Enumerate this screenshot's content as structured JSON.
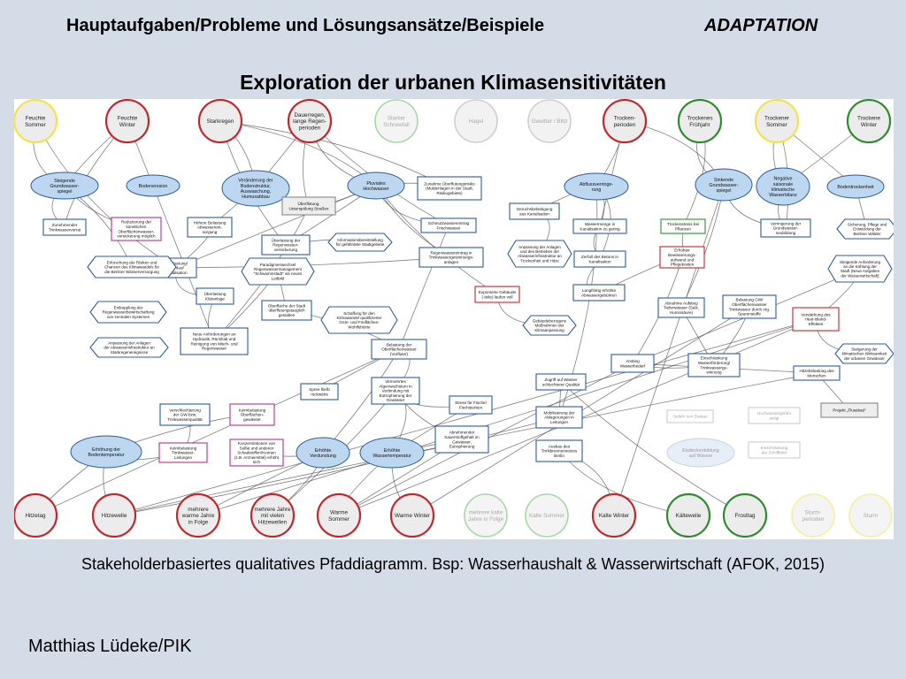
{
  "header": {
    "title_left": "Hauptaufgaben/Probleme und Lösungsansätze/Beispiele",
    "title_right": "ADAPTATION",
    "subtitle": "Exploration der urbanen Klimasensitivitäten"
  },
  "caption": "Stakeholderbasiertes qualitatives Pfaddiagramm. Bsp: Wasserhaushalt & Wasserwirtschaft (AFOK, 2015)",
  "author": "Matthias Lüdeke/PIK",
  "colors": {
    "red": "#c0282d",
    "yellow": "#f2e24b",
    "green": "#2e8b2e",
    "faded": "#cfcfcf",
    "blue_fill": "#bcd7ef",
    "blue_stroke": "#2c5d99",
    "magenta": "#b0328c",
    "edge": "#555555"
  },
  "nodes": {
    "top_circles": [
      {
        "label": [
          "Feuchte",
          "Sommer"
        ],
        "color": "yellow"
      },
      {
        "label": [
          "Feuchte",
          "Winter"
        ],
        "color": "red"
      },
      {
        "label": [
          "Starkregen"
        ],
        "color": "red"
      },
      {
        "label": [
          "Dauerregen,",
          "lange Regen-",
          "perioden"
        ],
        "color": "red"
      },
      {
        "label": [
          "Starker",
          "Schneefall"
        ],
        "color": "faded_green"
      },
      {
        "label": [
          "Hagel"
        ],
        "color": "faded"
      },
      {
        "label": [
          "Gewitter / Blitz"
        ],
        "color": "faded"
      },
      {
        "label": [
          "Trocken-",
          "perioden"
        ],
        "color": "red"
      },
      {
        "label": [
          "Trockenes",
          "Frühjahr"
        ],
        "color": "green"
      },
      {
        "label": [
          "Trockener",
          "Sommer"
        ],
        "color": "yellow"
      },
      {
        "label": [
          "Trockene",
          "Winter"
        ],
        "color": "green"
      }
    ],
    "bottom_circles": [
      {
        "label": [
          "Hitzetag"
        ],
        "color": "red"
      },
      {
        "label": [
          "Hitzewelle"
        ],
        "color": "red"
      },
      {
        "label": [
          "mehrere",
          "warme Jahre",
          "in Folge"
        ],
        "color": "red"
      },
      {
        "label": [
          "mehrere Jahre",
          "mit vielen",
          "Hitzewellen"
        ],
        "color": "red"
      },
      {
        "label": [
          "Warme",
          "Sommer"
        ],
        "color": "red"
      },
      {
        "label": [
          "Warme Winter"
        ],
        "color": "red"
      },
      {
        "label": [
          "mehrere kalte",
          "Jahre in Folge"
        ],
        "color": "faded_green"
      },
      {
        "label": [
          "Kalte Sommer"
        ],
        "color": "faded_green"
      },
      {
        "label": [
          "Kalte Winter"
        ],
        "color": "red"
      },
      {
        "label": [
          "Kältewelle"
        ],
        "color": "green"
      },
      {
        "label": [
          "Frosttag"
        ],
        "color": "green"
      },
      {
        "label": [
          "Sturm-",
          "perioden"
        ],
        "color": "faded_yellow"
      },
      {
        "label": [
          "Sturm"
        ],
        "color": "faded_yellow"
      }
    ],
    "ellipses": [
      {
        "label": [
          "Steigende",
          "Grundwasser-",
          "spiegel"
        ]
      },
      {
        "label": [
          "Bodenerosion"
        ]
      },
      {
        "label": [
          "Veränderung der",
          "Bodenstruktur,",
          "Auswaschung,",
          "Humusabbau"
        ]
      },
      {
        "label": [
          "Pluviales",
          "Hochwasser"
        ]
      },
      {
        "label": [
          "Abflussverringe-",
          "rung"
        ]
      },
      {
        "label": [
          "Sinkende",
          "Grundwasser-",
          "spiegel"
        ]
      },
      {
        "label": [
          "Negative",
          "saisonale",
          "klimatische",
          "Wasserbilanz"
        ]
      },
      {
        "label": [
          "Bodentrockenheit"
        ]
      },
      {
        "label": [
          "Erhöhung der",
          "Bodentemperatur"
        ]
      },
      {
        "label": [
          "Erhöhte",
          "Verdunstung"
        ]
      },
      {
        "label": [
          "Erhöhte",
          "Wassertemperatur"
        ]
      }
    ],
    "faded_ellipses": [
      {
        "label": [
          "Eisdeckenbildung",
          "auf Wasser"
        ]
      }
    ],
    "boxes": [
      {
        "label": [
          "Zunehmender",
          "Trinkwasservorrat"
        ],
        "border": "blue"
      },
      {
        "label": [
          "Reduzierung der",
          "künstlichen",
          "Oberflächenwasser-",
          "versickerung möglich"
        ],
        "border": "magenta"
      },
      {
        "label": [
          "Höhere Belastung",
          "Abwasserent-",
          "sorgung"
        ],
        "border": "blue"
      },
      {
        "label": [
          "Überflutung,",
          "Unterspülung Straßen"
        ],
        "border": "grey"
      },
      {
        "label": [
          "Zunahme Überflutungsrisiko",
          "(Muldenlagen in der Stadt,",
          "Risikogebiete)"
        ],
        "border": "blue"
      },
      {
        "label": [
          "Geruchsbelästigung",
          "aus Kanalisation"
        ],
        "border": "blue"
      },
      {
        "label": [
          "Überlastung der",
          "Regenwasser-",
          "versickerung"
        ],
        "border": "blue"
      },
      {
        "label": [
          "Schmutzwassereintrag",
          "Frischwasser"
        ],
        "border": "blue"
      },
      {
        "label": [
          "Regenwassereintrag in",
          "Trinkwassergewinnungs-",
          "anlagen"
        ],
        "border": "blue"
      },
      {
        "label": [
          "Wassermenge in",
          "Kanalisation zu gering"
        ],
        "border": "blue"
      },
      {
        "label": [
          "Zerfall des Betons in",
          "Kanalisation"
        ],
        "border": "blue"
      },
      {
        "label": [
          "Langfristig erhöhte",
          "Abwassergebühren"
        ],
        "border": "blue"
      },
      {
        "label": [
          "Trockenstress bei",
          "Pflanzen"
        ],
        "border": "green"
      },
      {
        "label": [
          "Erhöhter",
          "Bewässerungs-",
          "aufwand und",
          "Pflegekosten"
        ],
        "border": "red"
      },
      {
        "label": [
          "Verringerung der",
          "Grundwasser-",
          "neubildung"
        ],
        "border": "blue"
      },
      {
        "label": [
          "Überlastung/",
          "Überlauf",
          "Kanalisation"
        ],
        "border": "blue"
      },
      {
        "label": [
          "Überlastung",
          "Kläranlage"
        ],
        "border": "blue"
      },
      {
        "label": [
          "Oberfläche der Stadt",
          "überflutungstauglich",
          "gestalten"
        ],
        "border": "blue"
      },
      {
        "label": [
          "Neue Anforderungen an",
          "Hydraulik, Rückhalt und",
          "Reinigung von Misch- und",
          "Regenwasser"
        ],
        "border": "blue"
      },
      {
        "label": [
          "Exponierte Gebäude",
          "(-teile) laufen voll"
        ],
        "border": "red"
      },
      {
        "label": [
          "Abnahme Aufstieg",
          "Tiefenwässer (Salz,",
          "Huminsäure)"
        ],
        "border": "blue"
      },
      {
        "label": [
          "Belastung GW/",
          "Oberflächenwasser",
          "Trinkwasser durch org.",
          "Spurenstoffe"
        ],
        "border": "blue"
      },
      {
        "label": [
          "Verstärkung des",
          "Heat-Island-",
          "Effektes"
        ],
        "border": "red"
      },
      {
        "label": [
          "Belastung der",
          "Oberflächenwässer",
          "(Vorfluter)"
        ],
        "border": "blue"
      },
      {
        "label": [
          "Einschränkung",
          "Wasserförderung/",
          "Trinkwasserge-",
          "winnung"
        ],
        "border": "blue"
      },
      {
        "label": [
          "Anstieg",
          "Wasserbedarf"
        ],
        "border": "blue"
      },
      {
        "label": [
          "Hitzebelastung des",
          "Menschen"
        ],
        "border": "blue"
      },
      {
        "label": [
          "Spree fließt",
          "rückwärts"
        ],
        "border": "blue"
      },
      {
        "label": [
          "Vermehrtes",
          "Algenwachstum in",
          "Verbindung mit",
          "Eutrophierung der",
          "Gewässer"
        ],
        "border": "blue"
      },
      {
        "label": [
          "Zugriff auf Wasser",
          "schlechterer Qualität"
        ],
        "border": "blue"
      },
      {
        "label": [
          "Verschlechterung",
          "der GW-bzw.",
          "Trinkwasserqualität"
        ],
        "border": "blue"
      },
      {
        "label": [
          "Keimbelastung",
          "Oberflächen-",
          "gewässer"
        ],
        "border": "magenta"
      },
      {
        "label": [
          "Stress für Fische/",
          "Fischsterben"
        ],
        "border": "blue"
      },
      {
        "label": [
          "Mobilisierung der",
          "Ablagerungen in",
          "Leitungen"
        ],
        "border": "blue"
      },
      {
        "label": [
          "Keimbelastung",
          "Trinkwasser-",
          "Leitungen"
        ],
        "border": "magenta"
      },
      {
        "label": [
          "Konzentrationen von",
          "Sulfat und anderen",
          "Schadstoffen/Keimen",
          "(z.B. Arzneimittel) erhöht",
          "sich"
        ],
        "border": "magenta"
      },
      {
        "label": [
          "Abnehmender",
          "Sauerstoffgehalt im",
          "Gewässer,",
          "Eutrophierung"
        ],
        "border": "blue"
      },
      {
        "label": [
          "Ausbau des",
          "Trinkbrunnennetzes",
          "Berlin"
        ],
        "border": "blue"
      },
      {
        "label": [
          "Projekt „Flussbad“"
        ],
        "border": "grey"
      }
    ],
    "faded_boxes": [
      {
        "label": [
          "Gefahr von Eisstau"
        ]
      },
      {
        "label": [
          "Hochwassergefahr",
          "steigt"
        ]
      },
      {
        "label": [
          "Einschränkung",
          "der Schifffahrt"
        ]
      }
    ],
    "hexagons": [
      {
        "label": [
          "Erforschung der Risiken und",
          "Chancen des Klimawandels für",
          "die Berliner Wasserversorgung"
        ]
      },
      {
        "label": [
          "Informationsbereitstellung",
          "für gefährdete Stadtgebiete"
        ]
      },
      {
        "label": [
          "Anpassung der Anlagen",
          "und des Betriebes der",
          "Abwasserinfrastruktur an",
          "Trockenheit und Hitze"
        ]
      },
      {
        "label": [
          "Paradigmenwechsel",
          "Regenwassermanagement",
          "\"Schwammstadt\" als neues",
          "Leitbild"
        ]
      },
      {
        "label": [
          "Entkopplung der",
          "Regenwasserbewirtschaftung",
          "von zentralen Systemen"
        ]
      },
      {
        "label": [
          "Anpassung der Anlagen",
          "der Abwasserinfrastruktur an",
          "Starkregenereignisse"
        ]
      },
      {
        "label": [
          "Schaffung für den",
          "Klimawandel qualifizierter",
          "Grün- und Freiflächen-",
          "Wohlfühlorte"
        ]
      },
      {
        "label": [
          "Gebäudebezogene",
          "Maßnahmen der",
          "Klimaanpassung"
        ]
      },
      {
        "label": [
          "Sicherung, Pflege und",
          "Entwicklung der",
          "Berliner Wälder"
        ]
      },
      {
        "label": [
          "Steigende Anforderung",
          "an die Kühlung der",
          "Stadt (Neue Aufgaben",
          "der Wasserwirtschaft)"
        ]
      },
      {
        "label": [
          "Steigerung der",
          "klimatischen Wirksamkeit",
          "der urbanen Gewässer"
        ]
      }
    ]
  }
}
